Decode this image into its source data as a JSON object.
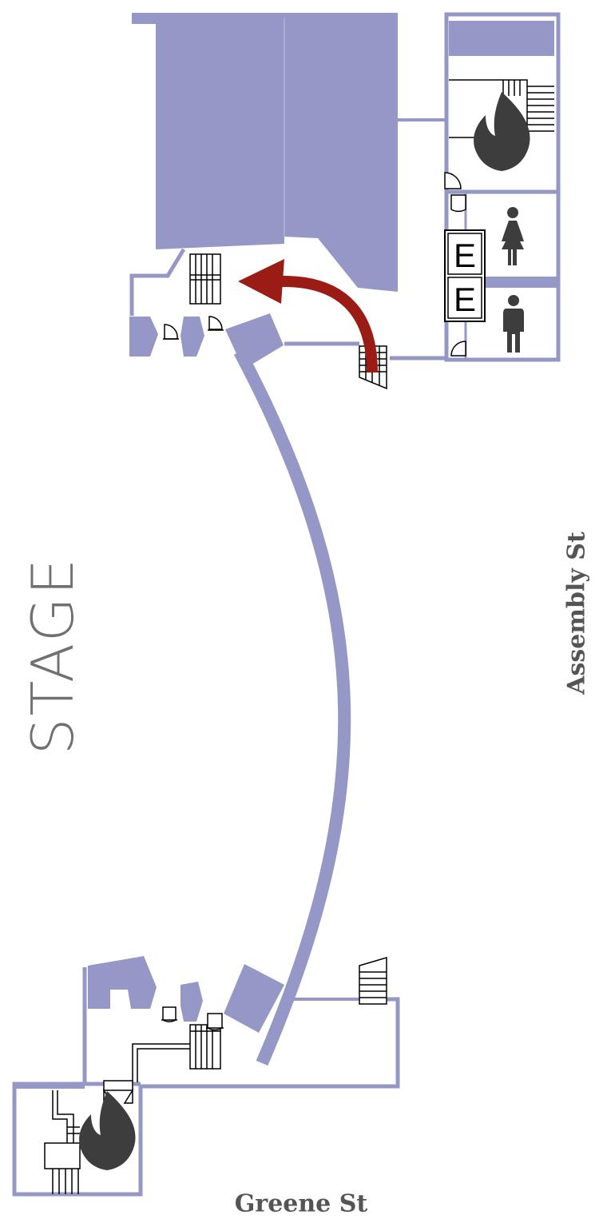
{
  "map": {
    "labels": {
      "stage": "STAGE",
      "assembly_st": "Assembly St",
      "greene_st": "Greene St"
    },
    "elevators": [
      "E",
      "E"
    ],
    "colors": {
      "wall": "#9597c6",
      "arrow": "#9b1c14",
      "icon": "#3d3d3d",
      "line": "#000000",
      "background": "#ffffff"
    },
    "icons": [
      "fire-exit-icon",
      "fire-exit-icon",
      "women-restroom-icon",
      "men-restroom-icon"
    ]
  }
}
